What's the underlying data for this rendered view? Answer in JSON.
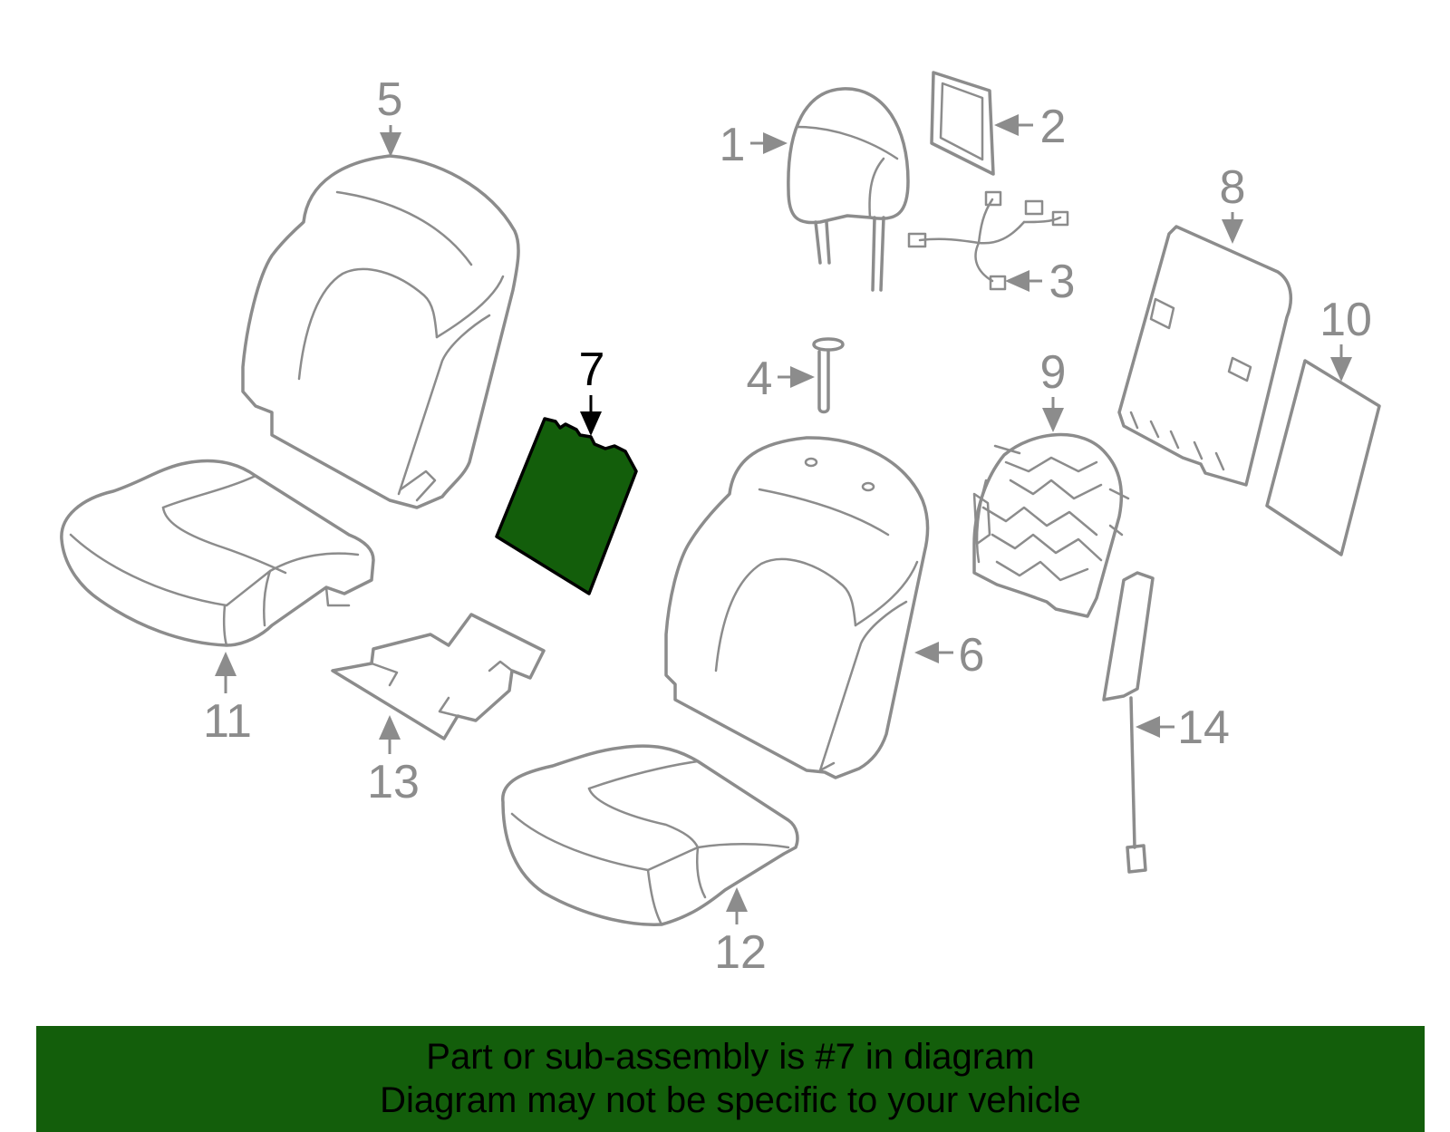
{
  "diagram": {
    "highlighted_part": "7",
    "highlight_color": "#135e0b",
    "line_color": "#8c8c8c",
    "callouts": {
      "c1": "1",
      "c2": "2",
      "c3": "3",
      "c4": "4",
      "c5": "5",
      "c6": "6",
      "c7": "7",
      "c8": "8",
      "c9": "9",
      "c10": "10",
      "c11": "11",
      "c12": "12",
      "c13": "13",
      "c14": "14"
    }
  },
  "banner": {
    "line1": "Part or sub-assembly is #7 in diagram",
    "line2": "Diagram may not be specific to your vehicle",
    "background": "#135e0b"
  }
}
